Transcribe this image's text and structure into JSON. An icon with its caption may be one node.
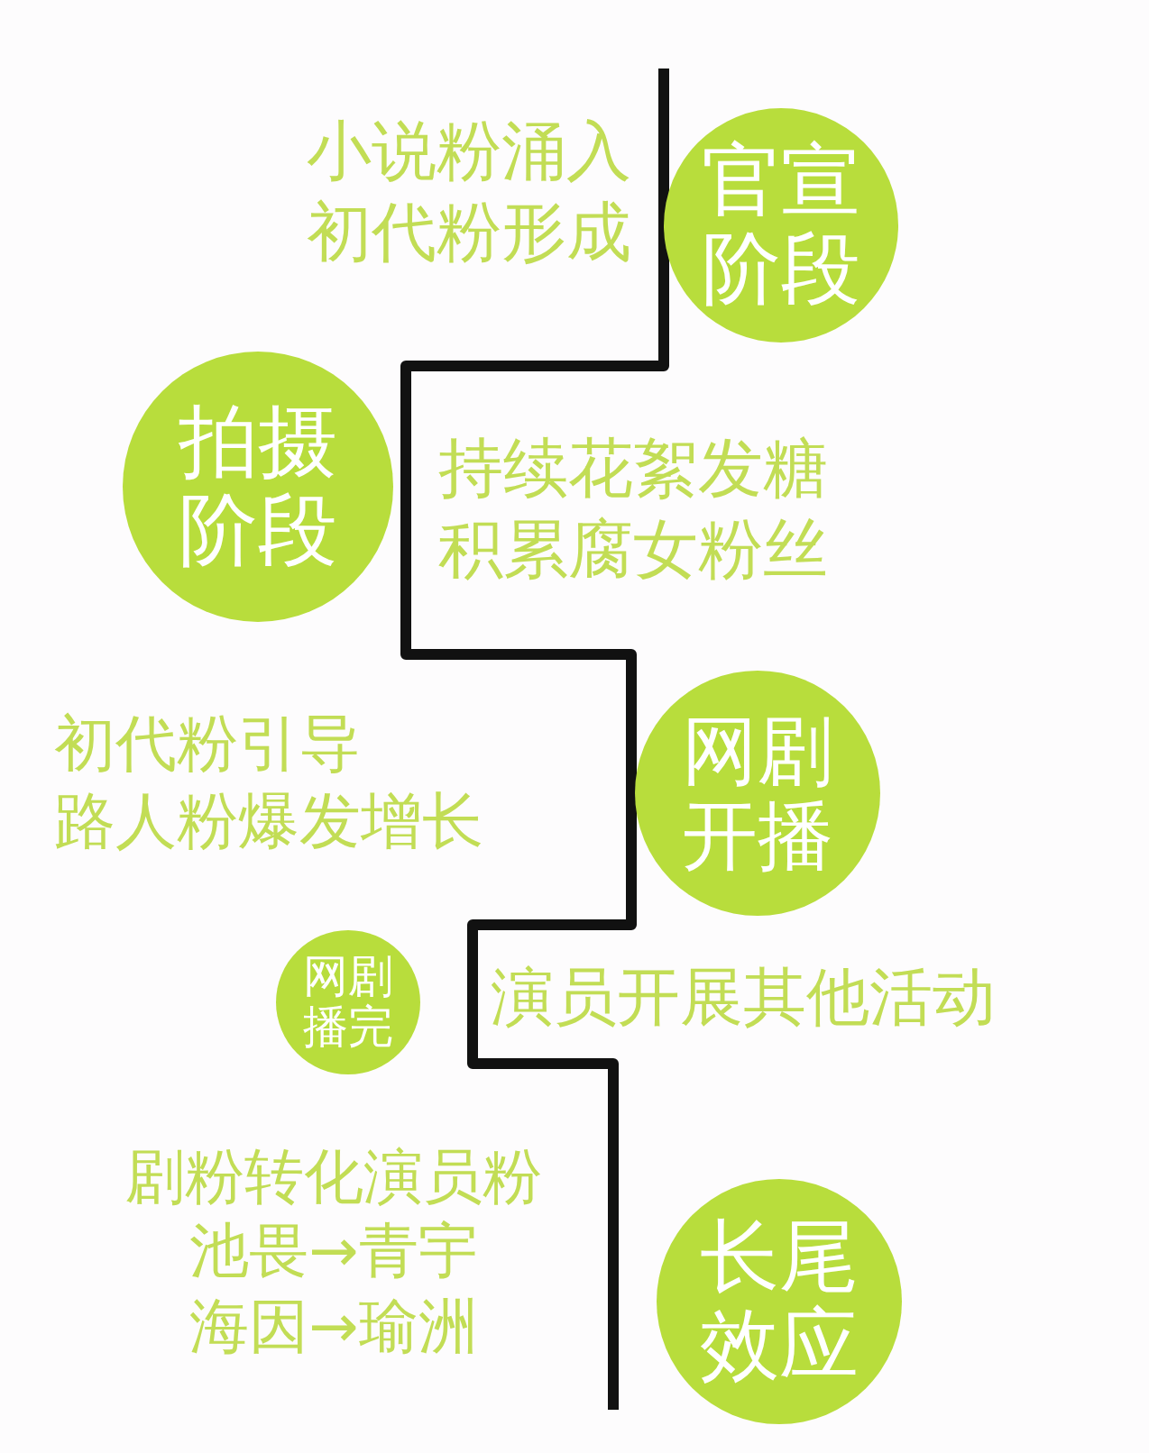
{
  "diagram": {
    "nodes": [
      {
        "text": [
          "官宣阶段"
        ],
        "beside": [
          "小说粉涌入初代粉形成"
        ]
      },
      {
        "text": [
          "拍摄阶段"
        ],
        "beside": [
          "持续花絮发糖积累腐女粉丝"
        ]
      },
      {
        "text": [
          "网剧开播"
        ],
        "beside": [
          "初代粉引导",
          "路人粉爆发增长"
        ]
      },
      {
        "text": [
          "网剧播完"
        ],
        "beside": [
          "演员开展其他活动"
        ]
      },
      {
        "text": [
          "长尾效应"
        ],
        "beside": [
          "剧粉转化演员粉",
          "池畏→青宇",
          "海因→瑜洲"
        ]
      }
    ]
  }
}
